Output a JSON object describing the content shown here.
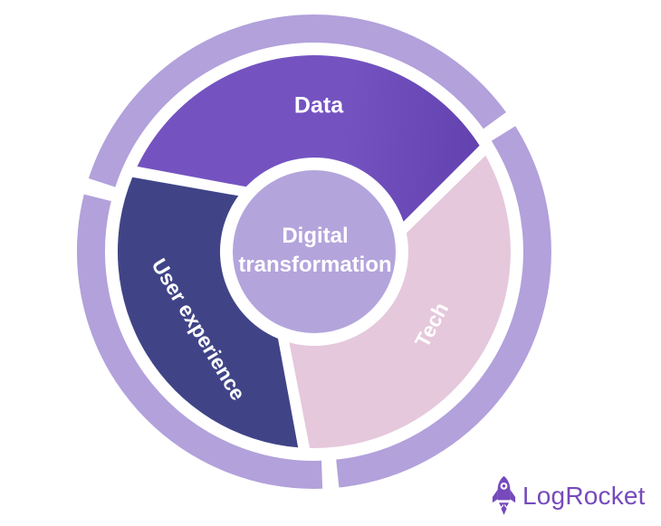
{
  "diagram": {
    "type": "cycle-diagram",
    "title": "Digital transformation",
    "center": {
      "label_line1": "Digital",
      "label_line2": "transformation",
      "fill_color": "#b4a4dc"
    },
    "segments": [
      {
        "label": "Data",
        "color": "#7453c1",
        "color_edge": "#6140ae"
      },
      {
        "label": "Tech",
        "color": "#e5c8dc"
      },
      {
        "label": "User experience",
        "color": "#404487"
      }
    ],
    "outer_ring_color": "#b2a1db",
    "label_text_color": "#ffffff",
    "background_color": "#ffffff"
  },
  "branding": {
    "logo_text": "LogRocket",
    "logo_color": "#764abc",
    "icon": "rocket-icon"
  }
}
